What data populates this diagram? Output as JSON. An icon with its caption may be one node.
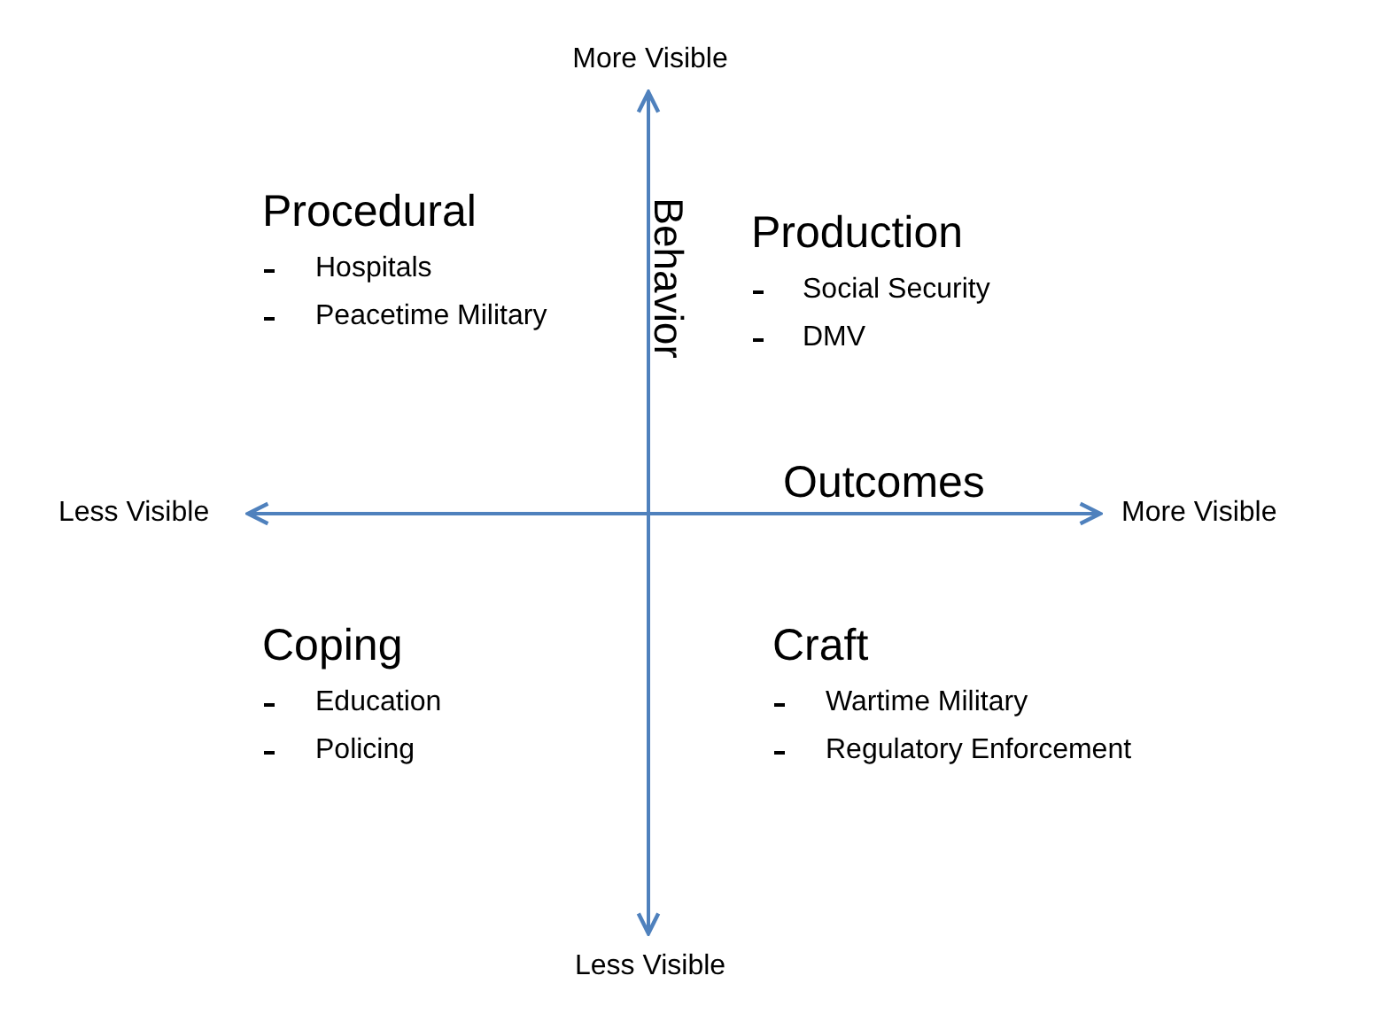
{
  "diagram": {
    "labels": [
      "More Visible",
      "Procedural",
      "Hospitals",
      "Peacetime Military",
      "Behavior",
      "Production",
      "Social Security",
      "DMV",
      "Outcomes",
      "Less Visible",
      "More Visible",
      "Coping",
      "Education",
      "Policing",
      "Craft",
      "Wartime Military",
      "Regulatory Enforcement",
      "Less Visible"
    ]
  }
}
